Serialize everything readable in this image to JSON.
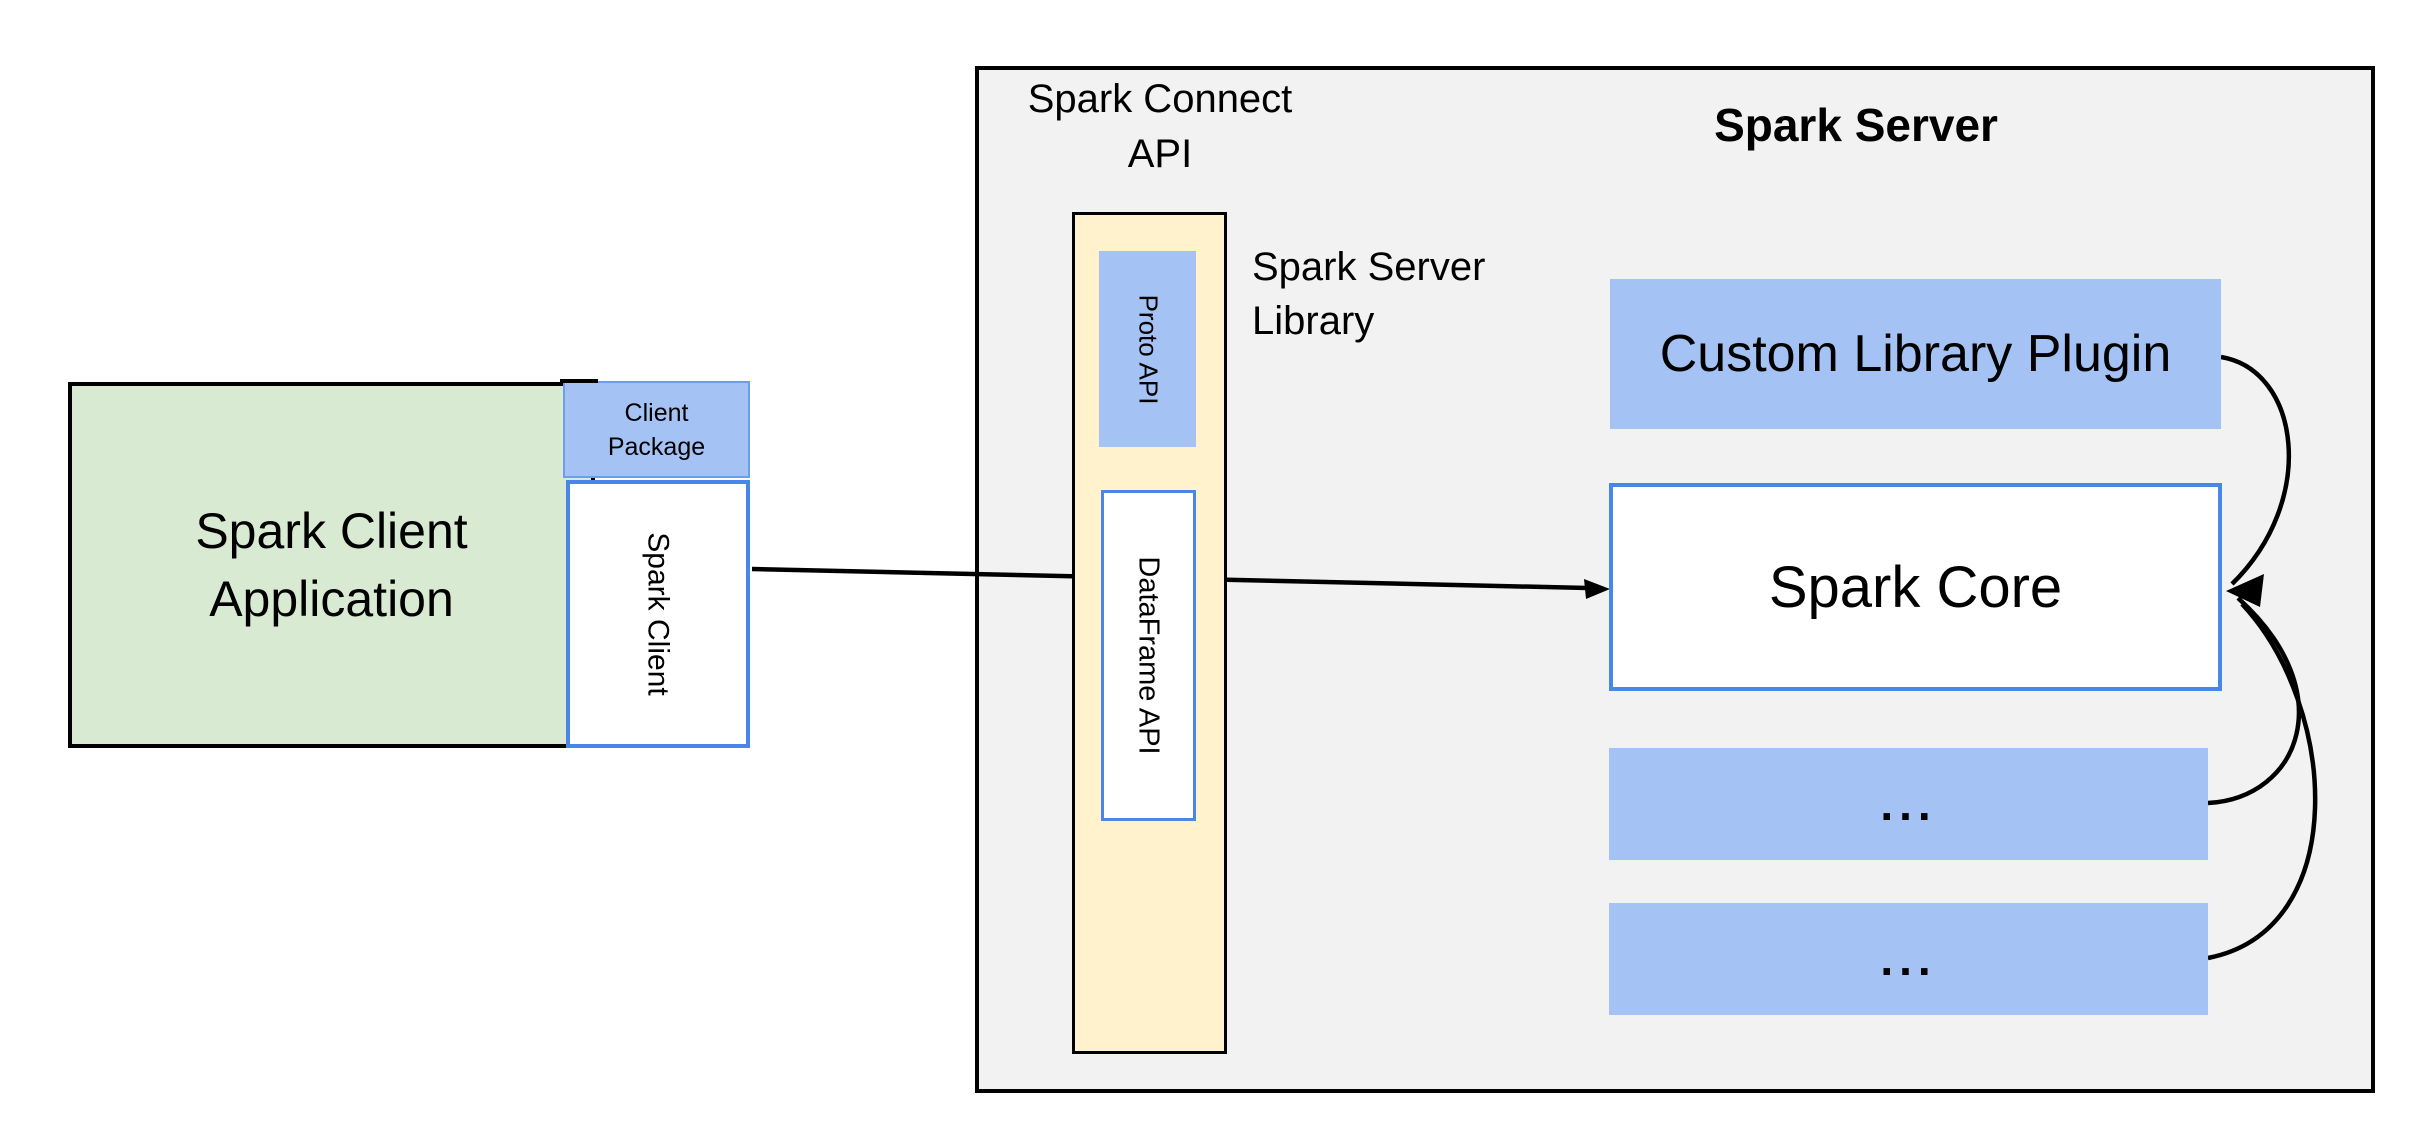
{
  "client": {
    "app_line1": "Spark Client",
    "app_line2": "Application",
    "package_line1": "Client",
    "package_line2": "Package",
    "spark_client": "Spark Client"
  },
  "connect_api": {
    "label_line1": "Spark Connect",
    "label_line2": "API",
    "server_library_line1": "Spark Server",
    "server_library_line2": "Library",
    "proto_api": "Proto API",
    "dataframe_api": "DataFrame API"
  },
  "server": {
    "title": "Spark Server",
    "custom_library_plugin": "Custom Library Plugin",
    "spark_core": "Spark Core",
    "plugin_placeholder_1": "...",
    "plugin_placeholder_2": "..."
  },
  "colors": {
    "background": "#ffffff",
    "panel_gray": "#f2f2f2",
    "client_green": "#d9ead3",
    "accent_blue_fill": "#a4c2f4",
    "blue_border": "#4a86e8",
    "api_yellow": "#fff2cc",
    "line_black": "#000000"
  }
}
